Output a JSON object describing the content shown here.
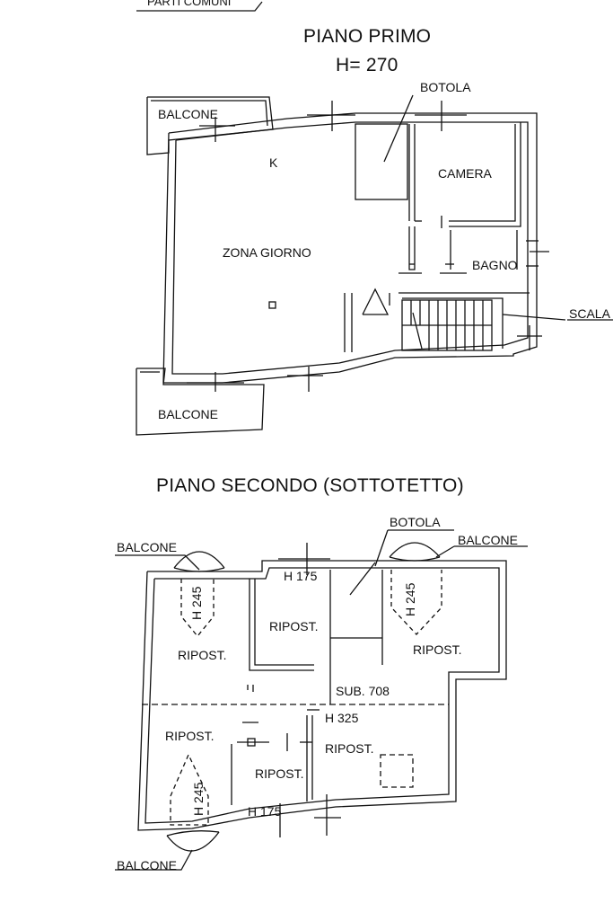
{
  "header": {
    "partial_label": "PARTI COMUNI"
  },
  "floor1": {
    "title": "PIANO PRIMO",
    "height_label": "H= 270",
    "labels": {
      "botola": "BOTOLA",
      "balcone_top": "BALCONE",
      "k": "K",
      "camera": "CAMERA",
      "zona_giorno": "ZONA GIORNO",
      "bagno": "BAGNO",
      "scala": "SCALA",
      "balcone_bottom": "BALCONE"
    }
  },
  "floor2": {
    "title": "PIANO SECONDO (SOTTOTETTO)",
    "labels": {
      "botola": "BOTOLA",
      "balcone_top_left": "BALCONE",
      "balcone_top_right": "BALCONE",
      "h175_top": "H 175",
      "h245_left": "H 245",
      "ripost_center": "RIPOST.",
      "h245_right": "H 245",
      "ripost_left": "RIPOST.",
      "ripost_right": "RIPOST.",
      "sub": "SUB. 708",
      "h325": "H 325",
      "ripost_bl": "RIPOST.",
      "ripost_br": "RIPOST.",
      "ripost_bc": "RIPOST.",
      "h245_bottom": "H 245",
      "h175_bottom": "H 175",
      "balcone_bottom": "BALCONE"
    }
  }
}
